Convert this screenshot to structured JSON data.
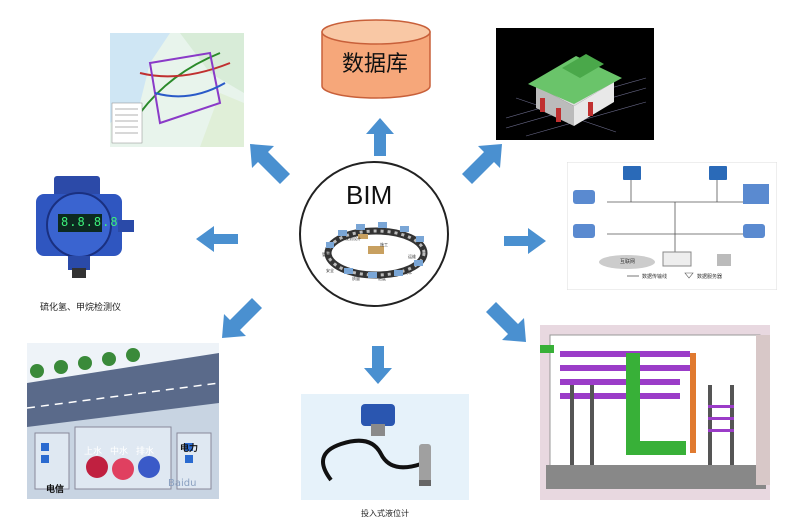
{
  "center": {
    "title": "BIM",
    "ring_labels": [
      "规划设计",
      "施工",
      "运维",
      "成本",
      "进度",
      "质量",
      "安全",
      "管理"
    ]
  },
  "database": {
    "label": "数据库"
  },
  "gas_detector": {
    "display": "8.8.8.8",
    "caption": "硫化氢、甲烷检测仪"
  },
  "level_gauge": {
    "caption": "投入式液位计"
  },
  "network": {
    "cloud_label": "互联网",
    "legend": [
      "数据传输线",
      "数据服务器"
    ]
  },
  "utility_tunnel": {
    "pipes": [
      "上水",
      "中水",
      "排水"
    ],
    "labels": [
      "电信",
      "电力"
    ],
    "watermark": "Baidu"
  },
  "colors": {
    "arrow": "#4a90d0",
    "database_fill": "#f6a77a",
    "database_top": "#f9c8a5",
    "bim_3d_roof": "#6ac46a",
    "bim_bg": "#000000",
    "pipe_purple": "#9b3cc8",
    "pipe_green": "#38b038"
  }
}
